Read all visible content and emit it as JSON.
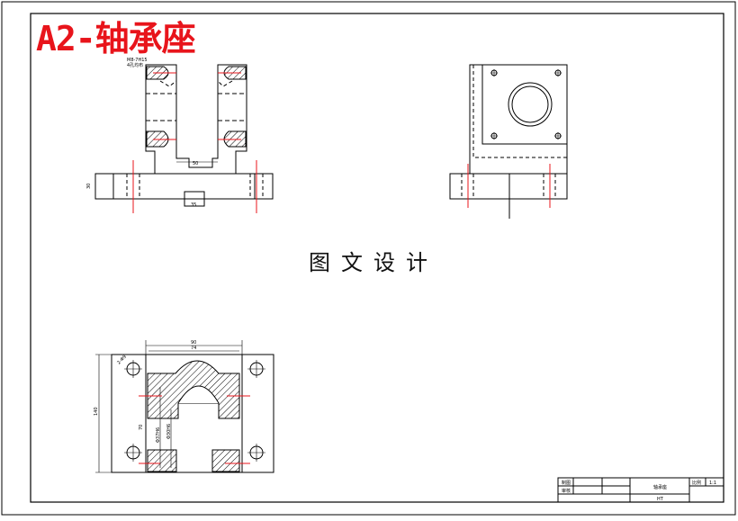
{
  "title": "A2-轴承座",
  "watermark": "图文设计",
  "dimensions": {
    "slot_width": "50",
    "base_height": "30",
    "key_width": "35",
    "top_width": "90",
    "inner_width": "74",
    "total_height": "140",
    "mid_height": "70",
    "hole_dia_1": "Φ37H6",
    "hole_dia_2": "Φ30H6",
    "hole_dia_3": "2-Φ9"
  },
  "notes": {
    "thread_note": "M8-7H15",
    "thread_note2": "4孔均布"
  },
  "title_block": {
    "row1": "制图",
    "row2": "审核",
    "name": "轴承座",
    "scale_label": "比例",
    "scale_value": "1:1",
    "material": "HT"
  },
  "colors": {
    "accent": "#e8141b",
    "line": "#000000",
    "centerline": "#e8141b"
  }
}
